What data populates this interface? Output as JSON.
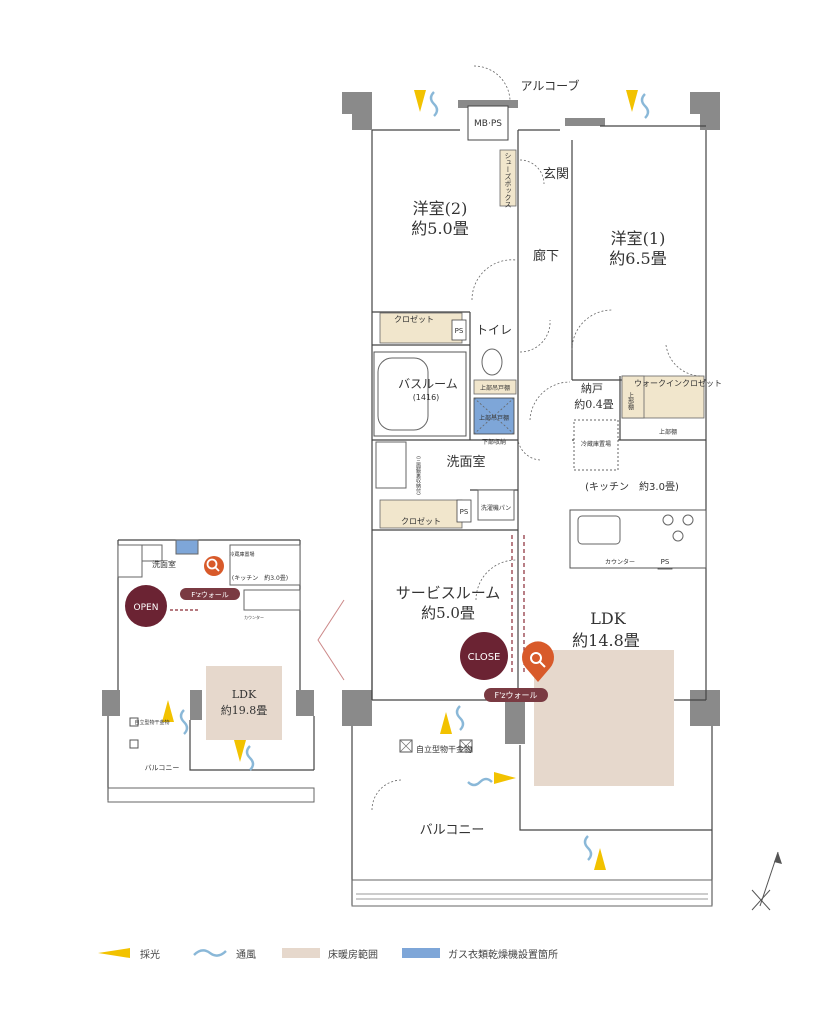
{
  "labels": {
    "alcove": "アルコーブ",
    "mbps": "MB·PS",
    "shoes_box": "シューズボックス",
    "entrance": "玄関",
    "hallway": "廊下",
    "room2_name": "洋室(2)",
    "room2_size": "約5.0畳",
    "room1_name": "洋室(1)",
    "room1_size": "約6.5畳",
    "closet": "クロゼット",
    "ps": "PS",
    "toilet": "トイレ",
    "upper_shelf": "上部吊戸棚",
    "bathroom": "バスルーム",
    "bath_size": "(1416)",
    "upper_shelf2": "上部吊戸棚",
    "lower_storage": "下部収納",
    "washroom": "洗面室",
    "washer_pan": "洗濯機パン",
    "linen": "(三面鏡裏収納付)",
    "storage": "納戸",
    "storage_size": "約0.4畳",
    "upper_cab": "上部棚",
    "walkin_closet": "ウォークインクロゼット",
    "fridge": "冷蔵庫置場",
    "kitchen": "(キッチン　約3.0畳)",
    "counter": "カウンター",
    "service_room": "サービスルーム",
    "service_size": "約5.0畳",
    "ldk_name": "LDK",
    "ldk_size": "約14.8畳",
    "close_badge": "CLOSE",
    "fz_wall": "F'zウォール",
    "drying_rack": "自立型物干金物",
    "balcony": "バルコニー"
  },
  "inset": {
    "washroom": "洗面室",
    "fridge": "冷蔵庫置場",
    "kitchen": "(キッチン　約3.0畳)",
    "counter": "カウンター",
    "open_badge": "OPEN",
    "fz_wall": "F'zウォール",
    "ldk_name": "LDK",
    "ldk_size": "約19.8畳",
    "drying_rack": "自立型物干金物",
    "balcony": "バルコニー"
  },
  "legend": [
    {
      "label": "採光",
      "icon": "daylight-icon",
      "color": "#f2c200"
    },
    {
      "label": "通風",
      "icon": "ventilation-icon",
      "color": "#8ab8d8"
    },
    {
      "label": "床暖房範囲",
      "icon": "floor-heating-swatch",
      "color": "#e6d8cc"
    },
    {
      "label": "ガス衣類乾燥機設置箇所",
      "icon": "gas-dryer-swatch",
      "color": "#7ea6d8"
    }
  ],
  "colors": {
    "wall": "#8a8a8a",
    "closet_fill": "#f1e6cc",
    "floor_heating": "#e6d8cc",
    "gas_dryer": "#7ea6d8",
    "badge": "#6b2333",
    "magnifier": "#d85a2a",
    "daylight": "#f2c200",
    "ventilation": "#8ab8d8"
  }
}
